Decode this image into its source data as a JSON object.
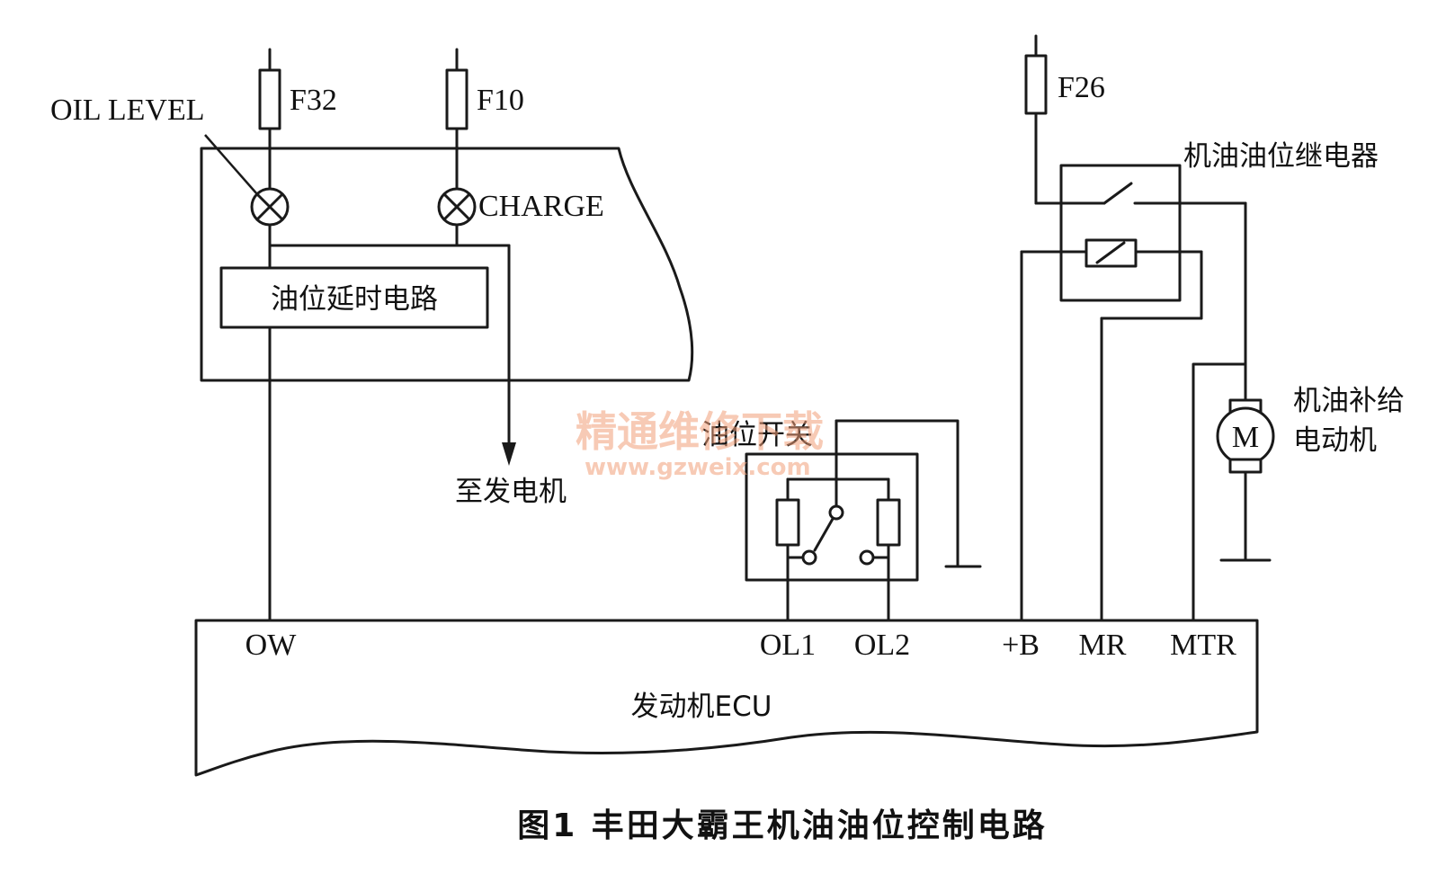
{
  "fuses": {
    "f32": "F32",
    "f10": "F10",
    "f26": "F26"
  },
  "labels": {
    "oil_level": "OIL LEVEL",
    "charge": "CHARGE",
    "delay_circuit": "油位延时电路",
    "to_generator": "至发电机",
    "oil_switch": "油位开关",
    "relay": "机油油位继电器",
    "motor_line1": "机油补给",
    "motor_line2": "电动机",
    "motor_symbol": "M",
    "ecu": "发动机ECU"
  },
  "ecu_pins": {
    "ow": "OW",
    "ol1": "OL1",
    "ol2": "OL2",
    "b": "+B",
    "mr": "MR",
    "mtr": "MTR"
  },
  "caption": "图1  丰田大霸王机油油位控制电路",
  "watermark": {
    "line1": "精通维修下载",
    "line2": "www.gzweix.com",
    "color": "#f2a07a"
  }
}
